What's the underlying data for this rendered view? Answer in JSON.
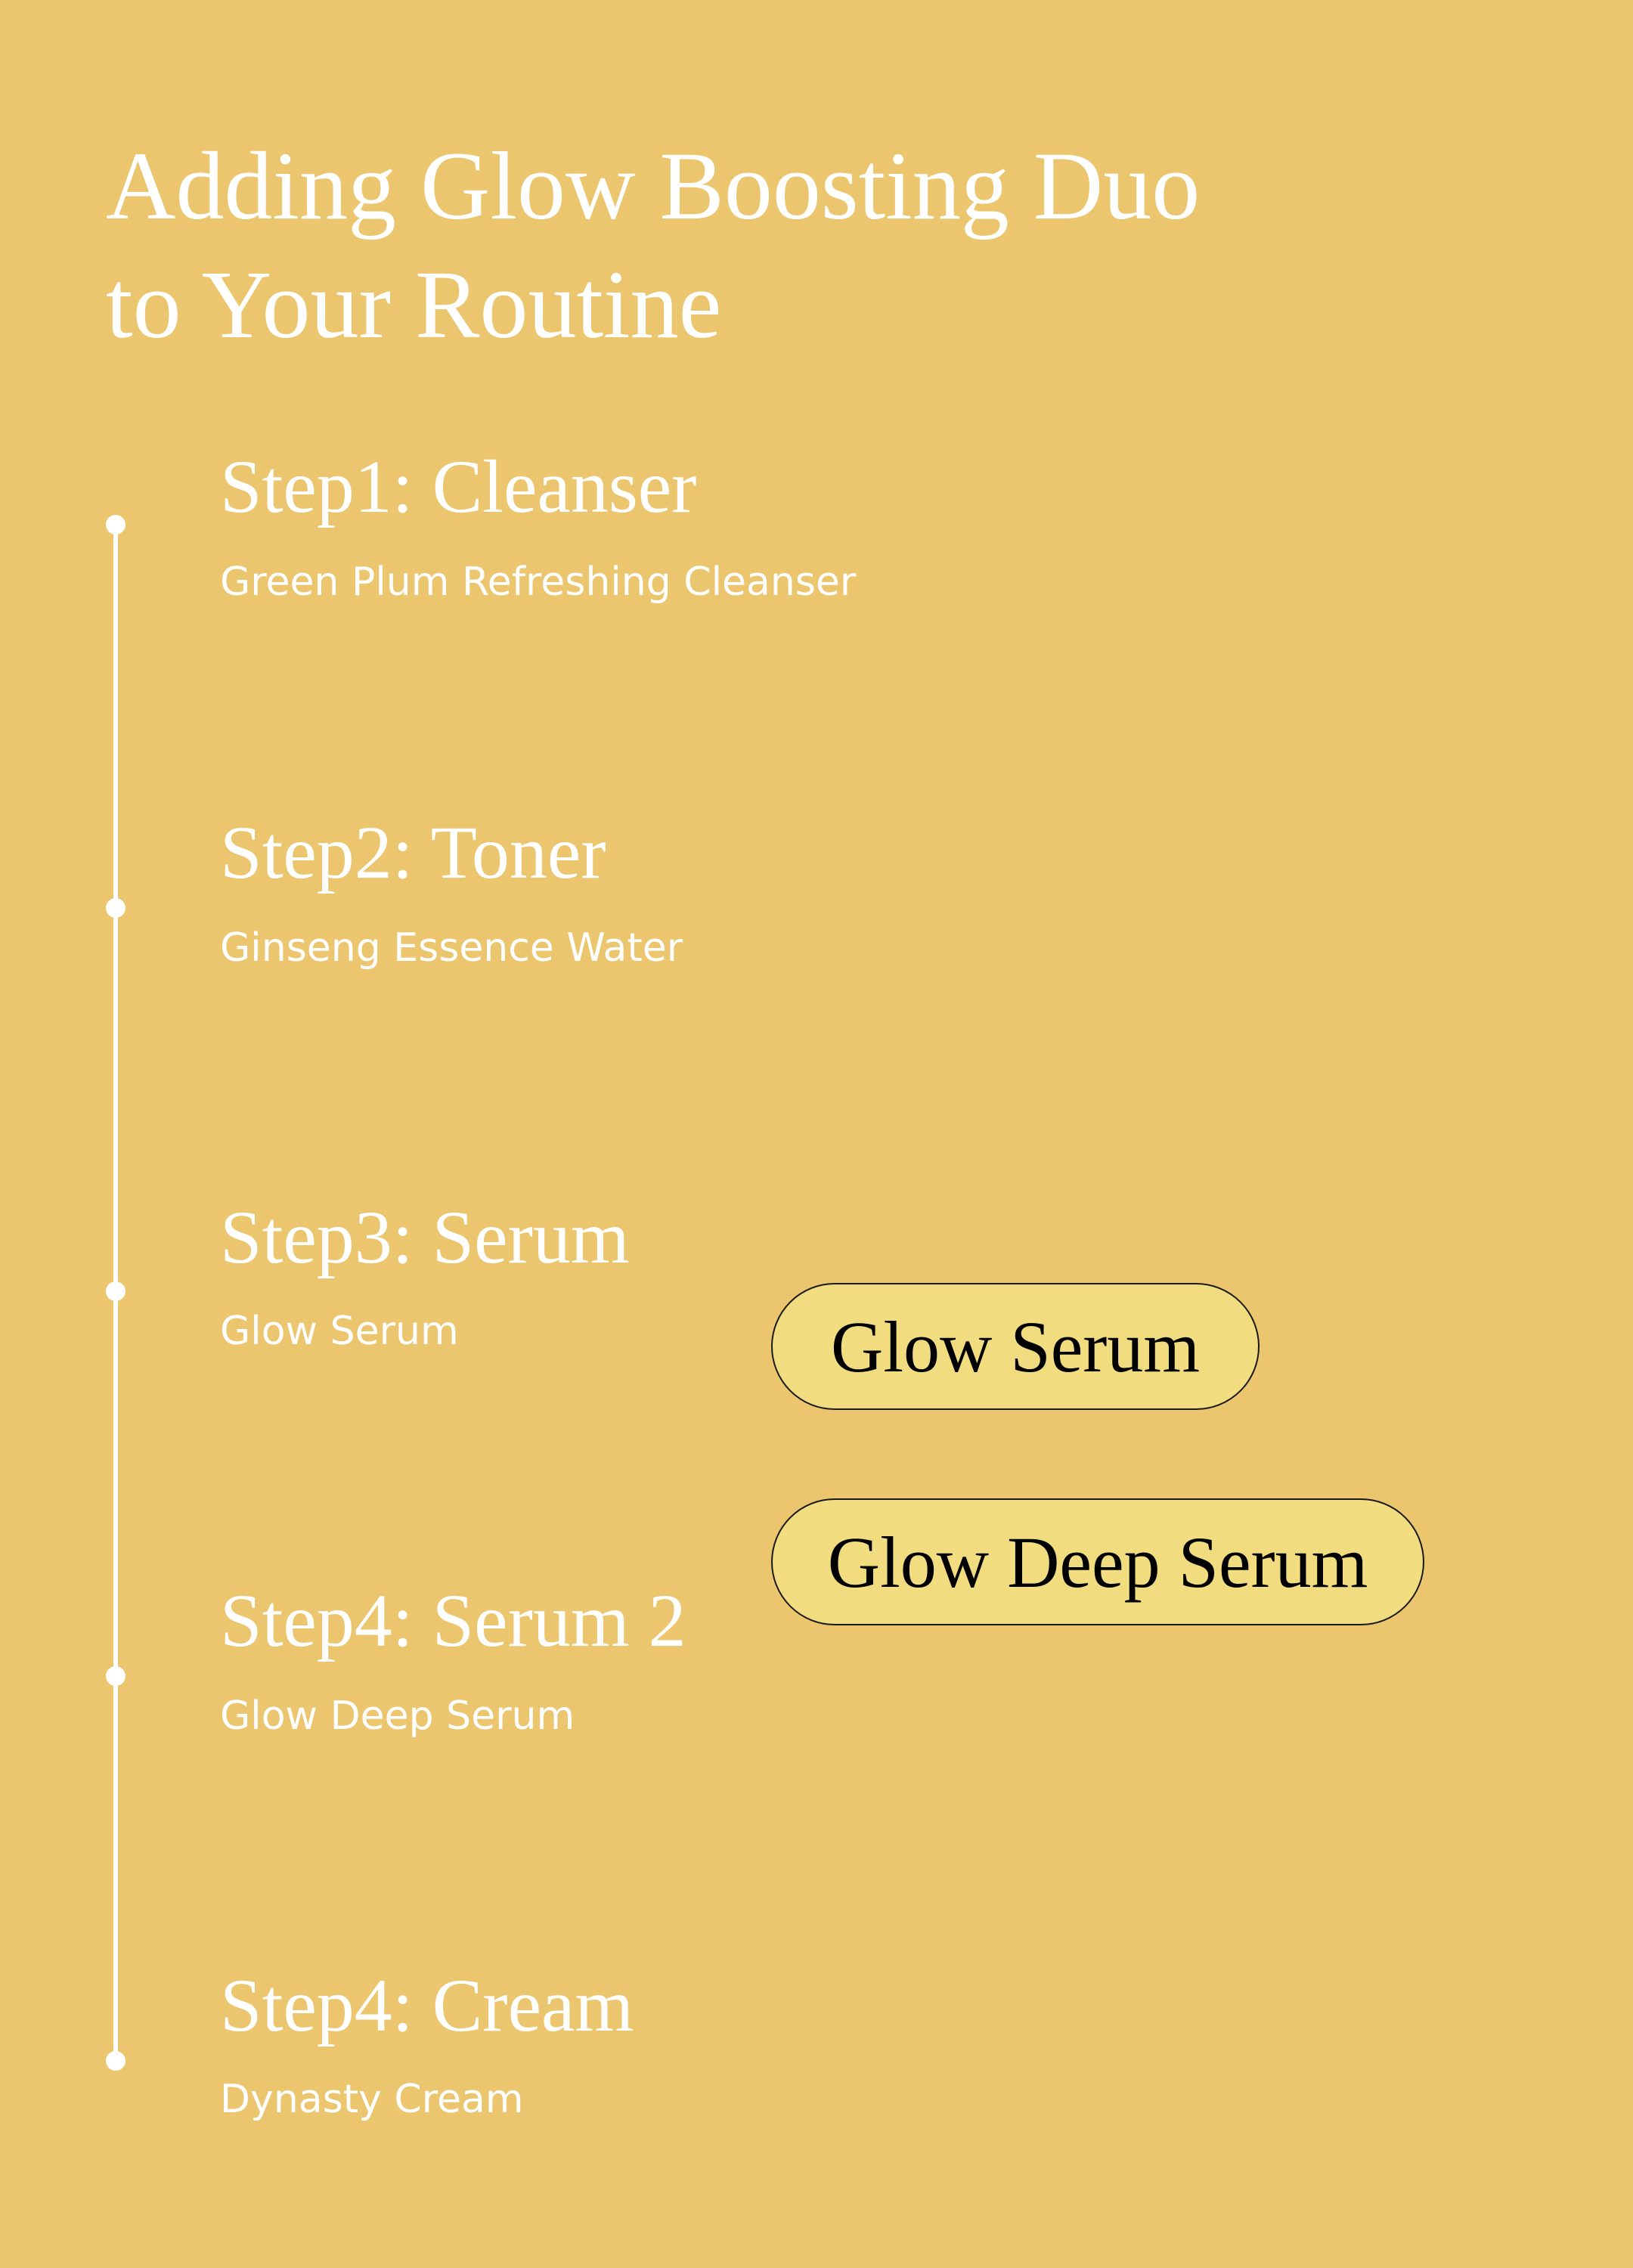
{
  "title": {
    "line1": "Adding Glow Boosting Duo",
    "line2": "to Your Routine"
  },
  "steps": [
    {
      "heading": "Step1: Cleanser",
      "product": "Green Plum Refreshing Cleanser"
    },
    {
      "heading": "Step2: Toner",
      "product": "Ginseng Essence Water"
    },
    {
      "heading": "Step3: Serum",
      "product": "Glow Serum"
    },
    {
      "heading": "Step4: Serum 2",
      "product": "Glow Deep Serum"
    },
    {
      "heading": "Step4: Cream",
      "product": "Dynasty Cream"
    }
  ],
  "pills": [
    {
      "label": "Glow Serum"
    },
    {
      "label": "Glow Deep Serum"
    }
  ],
  "colors": {
    "background": "#ECC66E",
    "pill": "#F1DD80",
    "text": "#FFFFFF"
  }
}
